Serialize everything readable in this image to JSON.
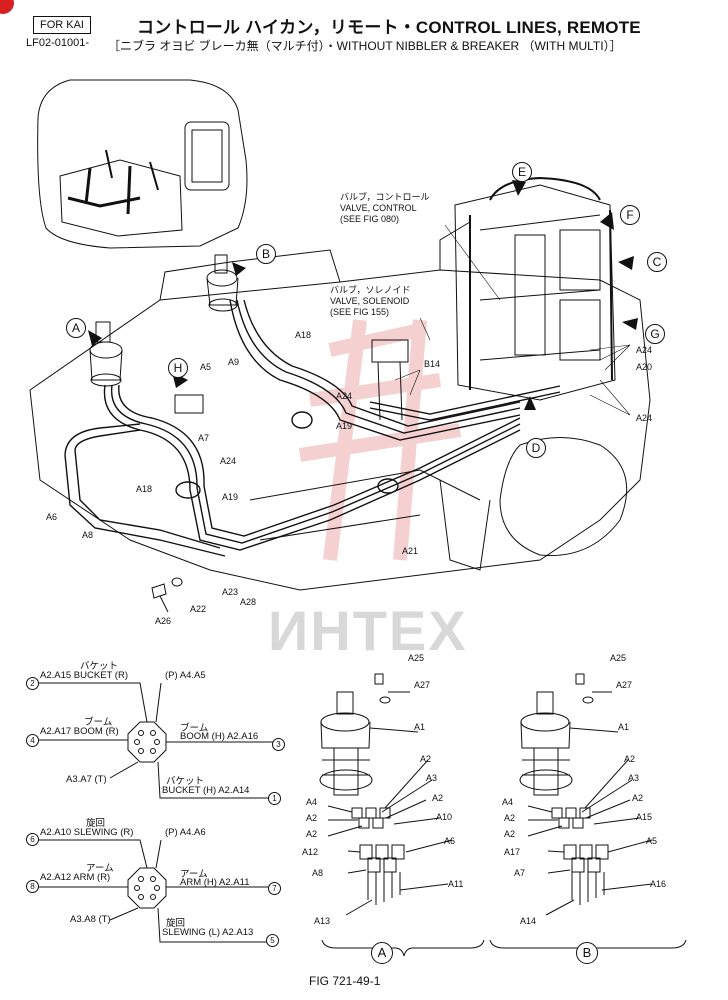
{
  "header": {
    "kai_tag": "FOR KAI",
    "doc_number": "LF02-01001-",
    "title_line1": "コントロール ハイカン，リモート・CONTROL LINES, REMOTE",
    "title_line2": "［ニブラ オヨビ ブレーカ無（マルチ付）・WITHOUT NIBBLER & BREAKER （WITH MULTI）］"
  },
  "watermark": "ИНТЕХ",
  "figure_number": "FIG 721-49-1",
  "callouts": {
    "valve_control": [
      "バルブ，コントロール",
      "VALVE, CONTROL",
      "(SEE FIG 080)"
    ],
    "valve_solenoid": [
      "バルブ，ソレノイド",
      "VALVE, SOLENOID",
      "(SEE FIG 155)"
    ]
  },
  "view_letters": [
    "A",
    "B",
    "C",
    "D",
    "E",
    "F",
    "G",
    "H"
  ],
  "main_labels": [
    "A18",
    "A9",
    "A5",
    "A24",
    "A19",
    "A7",
    "A18",
    "A24",
    "A19",
    "A6",
    "A8",
    "A21",
    "A23",
    "A28",
    "A22",
    "A26",
    "B14",
    "A24",
    "A20",
    "A24"
  ],
  "schematic_1": {
    "top_jp": "バケット",
    "top_left": "A2.A15 BUCKET (R)",
    "top_right": "(P) A4.A5",
    "left_jp": "ブーム",
    "left": "A2.A17 BOOM (R)",
    "right_jp": "ブーム",
    "right": "BOOM (H) A2.A16",
    "bottom_left": "A3.A7 (T)",
    "bottom_jp": "バケット",
    "bottom": "BUCKET (H) A2.A14",
    "ports": [
      "2",
      "4",
      "3",
      "1"
    ]
  },
  "schematic_2": {
    "top_jp": "旋回",
    "top_left": "A2.A10 SLEWING (R)",
    "top_right": "(P) A4.A6",
    "left_jp": "アーム",
    "left": "A2.A12 ARM (R)",
    "right_jp": "アーム",
    "right": "ARM (H) A2.A11",
    "bottom_left": "A3.A8 (T)",
    "bottom_jp": "旋回",
    "bottom": "SLEWING (L) A2.A13",
    "ports": [
      "6",
      "8",
      "7",
      "5"
    ]
  },
  "view_a": {
    "caption": "A",
    "labels": [
      "A25",
      "A27",
      "A1",
      "A2",
      "A3",
      "A2",
      "A4",
      "A2",
      "A10",
      "A2",
      "A6",
      "A12",
      "A8",
      "A11",
      "A13"
    ]
  },
  "view_b": {
    "caption": "B",
    "labels": [
      "A25",
      "A27",
      "A1",
      "A2",
      "A3",
      "A2",
      "A4",
      "A2",
      "A15",
      "A2",
      "A5",
      "A17",
      "A7",
      "A16",
      "A14"
    ]
  }
}
